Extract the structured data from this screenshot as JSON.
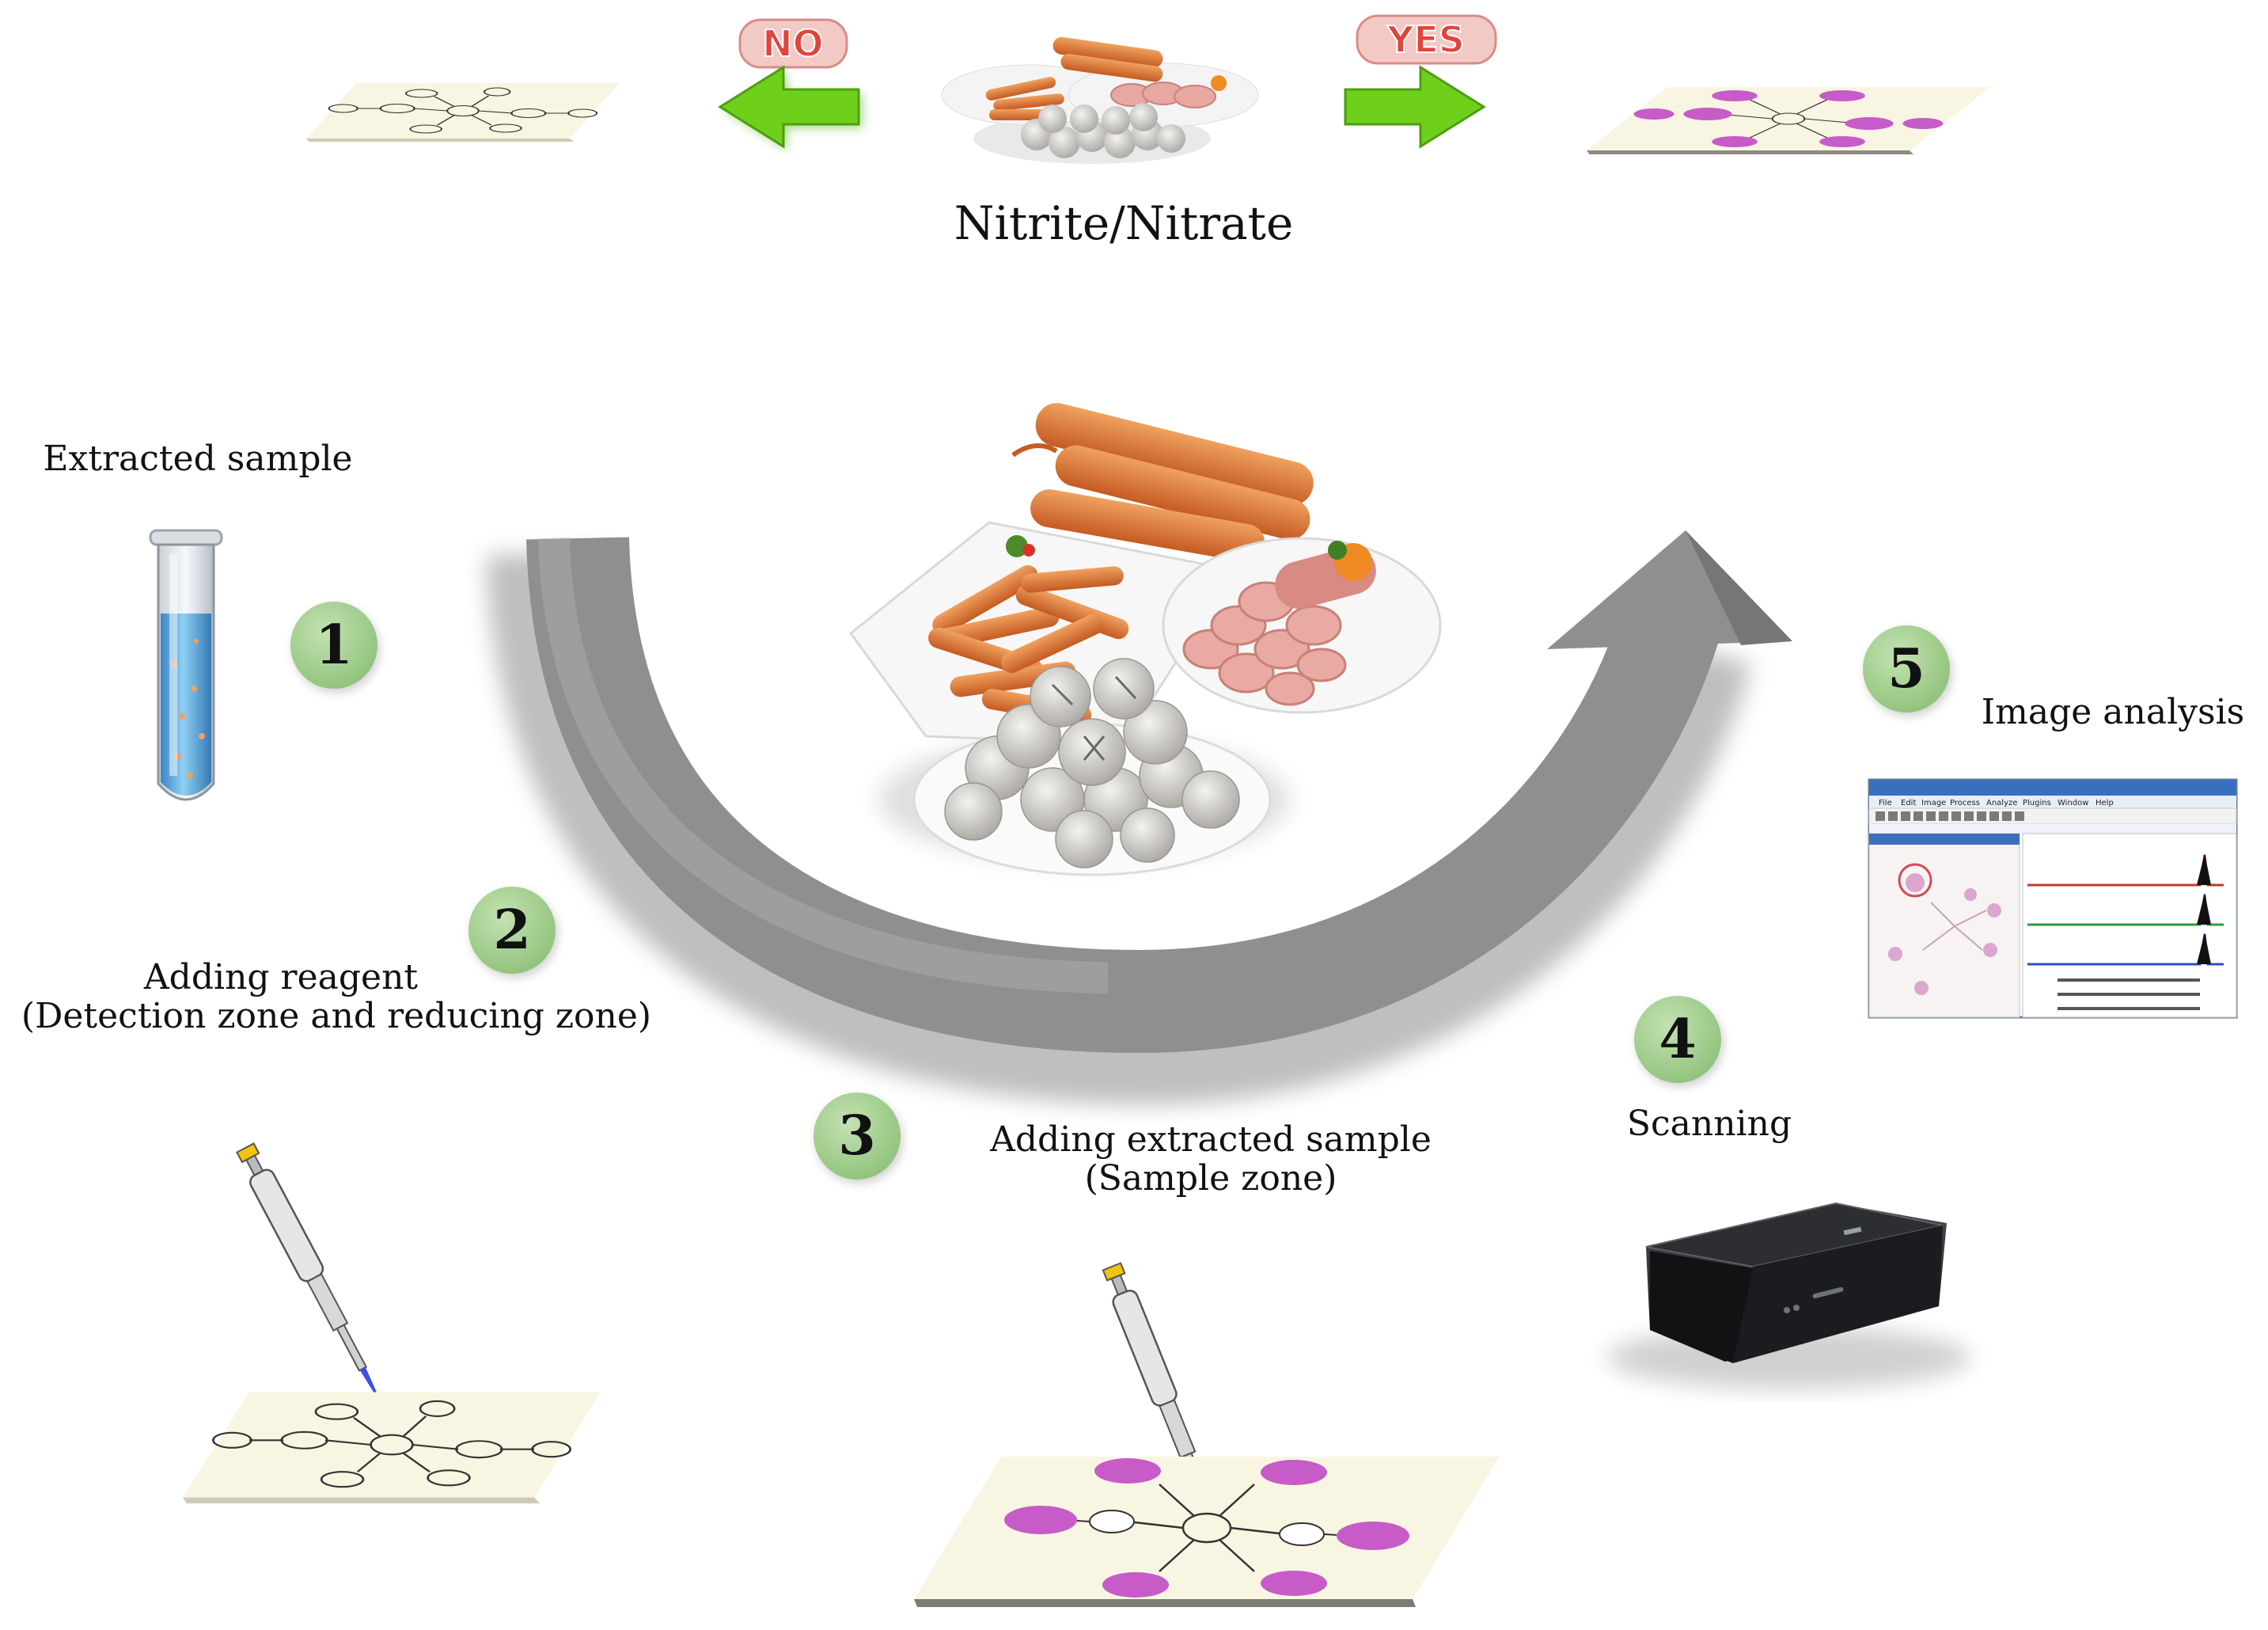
{
  "title": "Nitrite/Nitrate",
  "decision": {
    "no": "NO",
    "yes": "YES"
  },
  "steps": [
    {
      "num": "1",
      "label": "Extracted sample"
    },
    {
      "num": "2",
      "label": "Adding reagent",
      "sublabel": "(Detection zone and reducing zone)"
    },
    {
      "num": "3",
      "label": "Adding extracted sample",
      "sublabel": "(Sample zone)"
    },
    {
      "num": "4",
      "label": "Scanning"
    },
    {
      "num": "5",
      "label": "Image analysis"
    }
  ],
  "software_window": {
    "menu": [
      "File",
      "Edit",
      "Image",
      "Process",
      "Analyze",
      "Plugins",
      "Window",
      "Help"
    ]
  },
  "colors": {
    "step_circle": "#a8cf92",
    "curved_arrow": "#8c8c8c",
    "arrow_green": "#6fd01c",
    "badge_red": "#e2433b",
    "zone_magenta": "#c75bc8",
    "paper": "#f8f5e2",
    "tube_liquid": "#5aa9dc",
    "pipette_tip": "#3d4fe0"
  },
  "icons": [
    "test-tube-icon",
    "pipette-icon",
    "scanner-icon",
    "paper-device-icon",
    "food-plate-icon",
    "left-arrow-icon",
    "right-arrow-icon"
  ]
}
